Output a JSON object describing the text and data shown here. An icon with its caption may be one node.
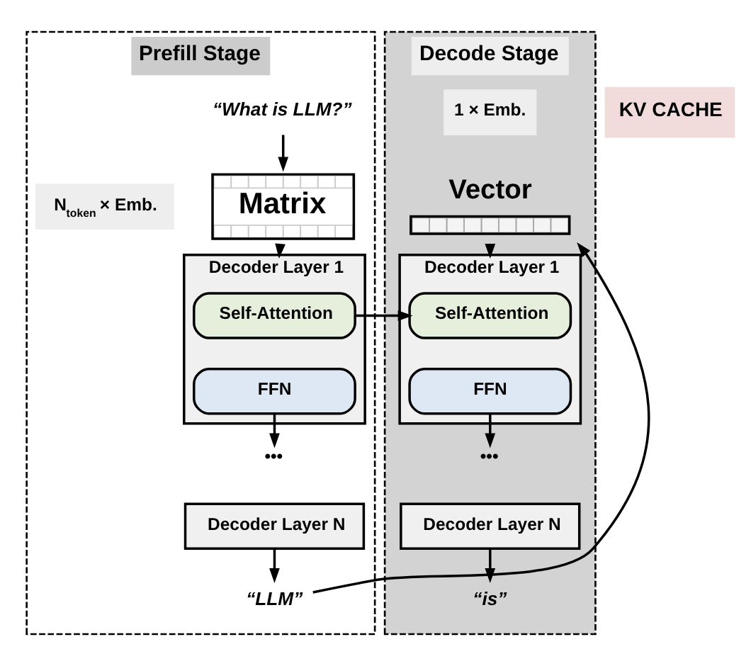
{
  "diagram": {
    "nodes": [
      {
        "text": [
          "Prefill Stage"
        ]
      },
      {
        "text": [
          "“What is LLM?”"
        ],
        "in": 0
      },
      {
        "text": [
          "N$_{token}$ × Emb."
        ],
        "in": 0
      },
      {
        "text": [
          "Matrix"
        ],
        "in": 0
      },
      {
        "text": [
          "Decoder Layer 1"
        ],
        "in": 0
      },
      {
        "text": [
          "Self-Attention"
        ],
        "in": 4
      },
      {
        "text": [
          "FFN"
        ],
        "in": 4
      },
      {
        "text": [
          "•••"
        ],
        "in": 0
      },
      {
        "text": [
          "Decoder Layer N"
        ],
        "in": 0
      },
      {
        "text": [
          "“LLM”"
        ],
        "in": 0
      },
      {
        "text": [
          "Decode Stage"
        ]
      },
      {
        "text": [
          "1 × Emb."
        ],
        "in": 10
      },
      {
        "text": [
          "Vector"
        ],
        "in": 10
      },
      {
        "text": [
          "Decoder Layer 1"
        ],
        "in": 10
      },
      {
        "text": [
          "Self-Attention"
        ],
        "in": 13
      },
      {
        "text": [
          "FFN"
        ],
        "in": 13
      },
      {
        "text": [
          "•••"
        ],
        "in": 10
      },
      {
        "text": [
          "Decoder Layer N"
        ],
        "in": 10
      },
      {
        "text": [
          "“is”"
        ],
        "in": 10
      },
      {
        "text": [
          "KV CACHE"
        ]
      }
    ],
    "edges": [
      {
        "from": 1,
        "to": 3,
        "arrow": "to"
      },
      {
        "from": 3,
        "to": 4,
        "arrow": "to"
      },
      {
        "from": 5,
        "to": 14,
        "arrow": "to"
      },
      {
        "from": 6,
        "to": 7,
        "arrow": "to"
      },
      {
        "from": 8,
        "to": 9,
        "arrow": "to"
      },
      {
        "from": 9,
        "to": 12,
        "arrow": "to"
      },
      {
        "from": 12,
        "to": 13,
        "arrow": "to"
      },
      {
        "from": 15,
        "to": 16,
        "arrow": "to"
      },
      {
        "from": 17,
        "to": 18,
        "arrow": "to"
      }
    ]
  }
}
